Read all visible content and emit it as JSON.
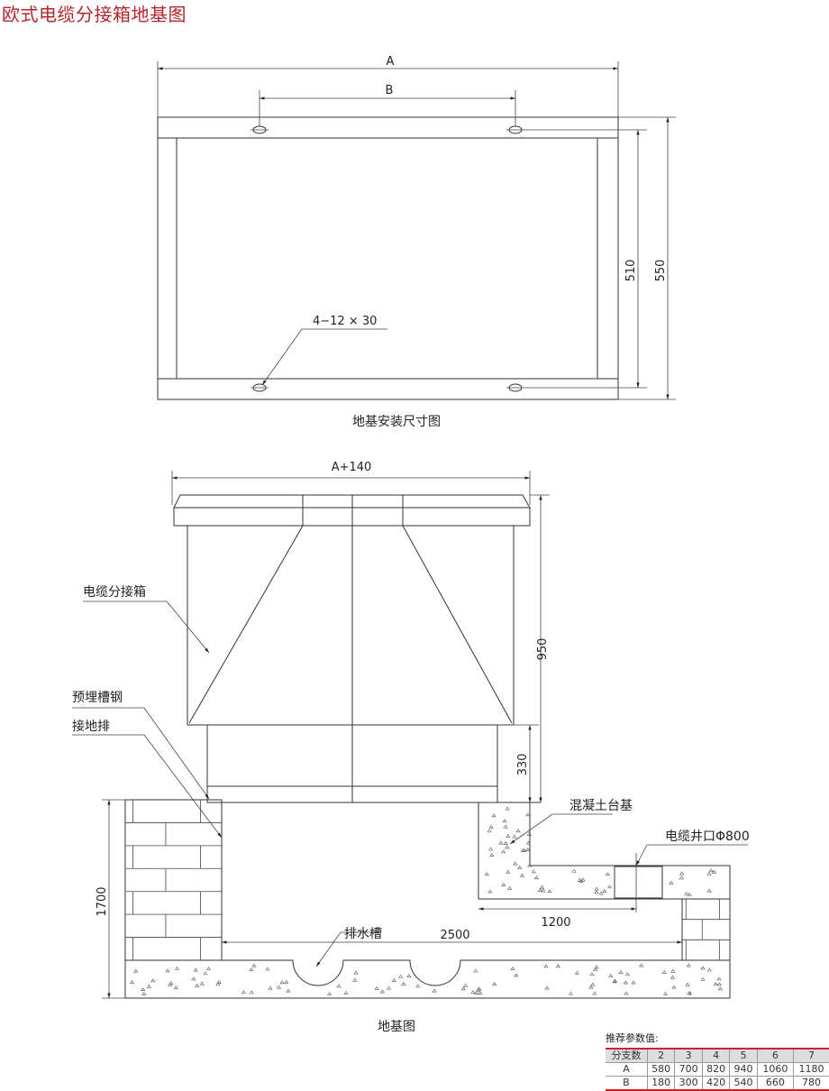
{
  "title": "欧式电缆分接箱地基图",
  "plan_view": {
    "dim_a": "A",
    "dim_b": "B",
    "dim_510": "510",
    "dim_550": "550",
    "holes_label": "4−12 × 30",
    "caption": "地基安装尺寸图"
  },
  "section_view": {
    "dim_top": "A+140",
    "dim_950": "950",
    "dim_330": "330",
    "dim_1700": "1700",
    "dim_1200": "1200",
    "dim_2500": "2500",
    "label_box": "电缆分接箱",
    "label_channel_steel": "预埋槽钢",
    "label_ground_bar": "接地排",
    "label_concrete_base": "混凝土台基",
    "label_cable_well": "电缆井口Φ800",
    "label_drain": "排水槽",
    "caption": "地基图"
  },
  "params_table": {
    "title": "推荐参数值:",
    "header": [
      "分支数",
      "2",
      "3",
      "4",
      "5",
      "6",
      "7"
    ],
    "rows": [
      [
        "A",
        "580",
        "700",
        "820",
        "940",
        "1060",
        "1180"
      ],
      [
        "B",
        "180",
        "300",
        "420",
        "540",
        "660",
        "780"
      ]
    ]
  },
  "colors": {
    "title": "#b3262a",
    "table_rule": "#c8242a"
  }
}
